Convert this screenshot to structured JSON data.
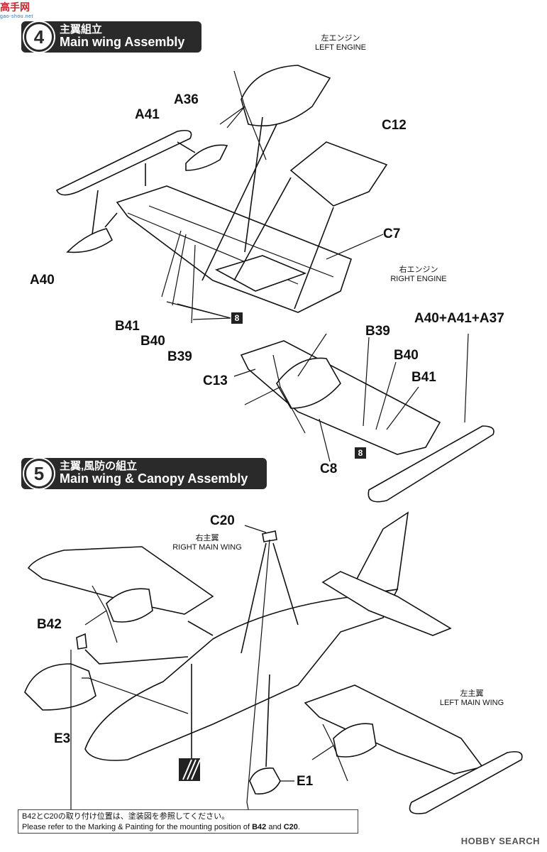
{
  "watermark": {
    "logo": "高手网",
    "domain": "gao-shou.net"
  },
  "step4": {
    "number": "4",
    "title_jp": "主翼組立",
    "title_en": "Main wing Assembly"
  },
  "step5": {
    "number": "5",
    "title_jp": "主翼,風防の組立",
    "title_en": "Main wing & Canopy Assembly"
  },
  "engines": {
    "left_jp": "左エンジン",
    "left_en": "LEFT ENGINE",
    "right_jp": "右エンジン",
    "right_en": "RIGHT ENGINE"
  },
  "wings": {
    "right_jp": "右主翼",
    "right_en": "RIGHT MAIN WING",
    "left_jp": "左主翼",
    "left_en": "LEFT MAIN WING"
  },
  "parts": {
    "a41": "A41",
    "a36": "A36",
    "c12": "C12",
    "c7": "C7",
    "a40": "A40",
    "b41": "B41",
    "b40": "B40",
    "b39": "B39",
    "b39_r": "B39",
    "b40_r": "B40",
    "b41_r": "B41",
    "a_combo": "A40+A41+A37",
    "c13": "C13",
    "c8": "C8",
    "c20": "C20",
    "b42": "B42",
    "e3": "E3",
    "e1": "E1"
  },
  "badges": {
    "b1": "8",
    "b2": "8"
  },
  "note": {
    "jp": "B42とC20の取り付け位置は、塗装図を参照してください。",
    "en_prefix": "Please refer to the Marking & Painting for the mounting position of ",
    "en_b42": "B42",
    "en_and": " and ",
    "en_c20": "C20",
    "en_end": "."
  },
  "footer": {
    "brand": "HOBBY SEARCH"
  },
  "icons": [
    "arrow-icon",
    "stripe-icon"
  ]
}
